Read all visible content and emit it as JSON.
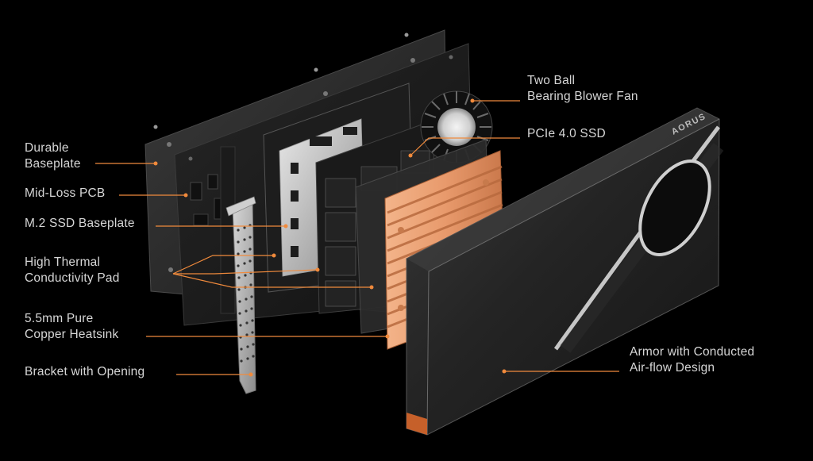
{
  "logo_text": "AORUS",
  "accent_color": "#f08a3c",
  "callouts": {
    "durable_baseplate": [
      "Durable",
      "Baseplate"
    ],
    "mid_loss_pcb": [
      "Mid-Loss PCB"
    ],
    "m2_ssd_baseplate": [
      "M.2 SSD Baseplate"
    ],
    "thermal_pad": [
      "High Thermal",
      "Conductivity Pad"
    ],
    "copper_heatsink": [
      "5.5mm Pure",
      "Copper Heatsink"
    ],
    "bracket": [
      "Bracket with Opening"
    ],
    "blower_fan": [
      "Two Ball",
      "Bearing Blower Fan"
    ],
    "pcie_ssd": [
      "PCIe 4.0 SSD"
    ],
    "armor": [
      "Armor with Conducted",
      "Air-flow Design"
    ]
  }
}
